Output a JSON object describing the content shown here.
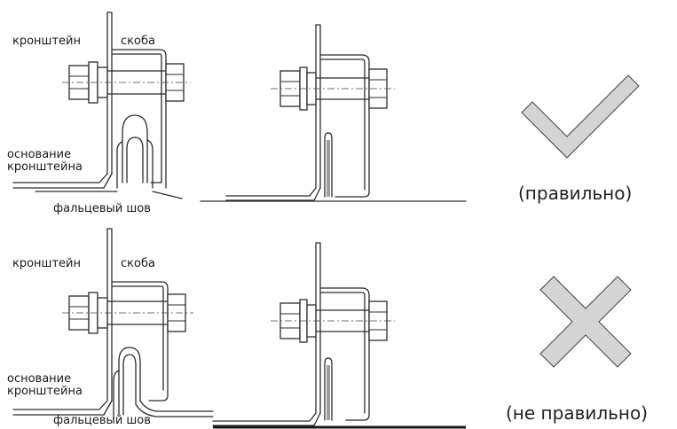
{
  "top": {
    "labels": {
      "bracket": "кронштейн",
      "clamp": "скоба",
      "bracket_base_line1": "основание",
      "bracket_base_line2": "кронштейна",
      "seam": "фальцевый шов"
    },
    "verdict": "(правильно)",
    "mark_icon": "check-icon"
  },
  "bottom": {
    "labels": {
      "bracket": "кронштейн",
      "clamp": "скоба",
      "bracket_base_line1": "основание",
      "bracket_base_line2": "кронштейна",
      "seam": "фальцевый шов"
    },
    "verdict": "(не правильно)",
    "mark_icon": "cross-icon"
  },
  "colors": {
    "line": "#2b2b2b",
    "mark_fill": "#d4d4d4",
    "mark_stroke": "#444444",
    "text": "#1a1a1a"
  }
}
